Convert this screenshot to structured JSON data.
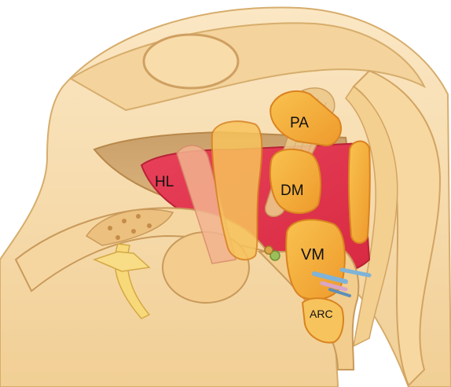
{
  "labels": {
    "pa": "PA",
    "hl": "HL",
    "dm": "DM",
    "vm": "VM",
    "arc": "ARC"
  },
  "colors": {
    "tissue": "#f5d9a6",
    "tissue_dark": "#e2b877",
    "outline": "#c89a5a",
    "hypothalamus_red": "#e23a4e",
    "nucleus_orange": "#f6a83a",
    "nucleus_light": "#f7c65c",
    "cavity": "#d9a25a"
  }
}
